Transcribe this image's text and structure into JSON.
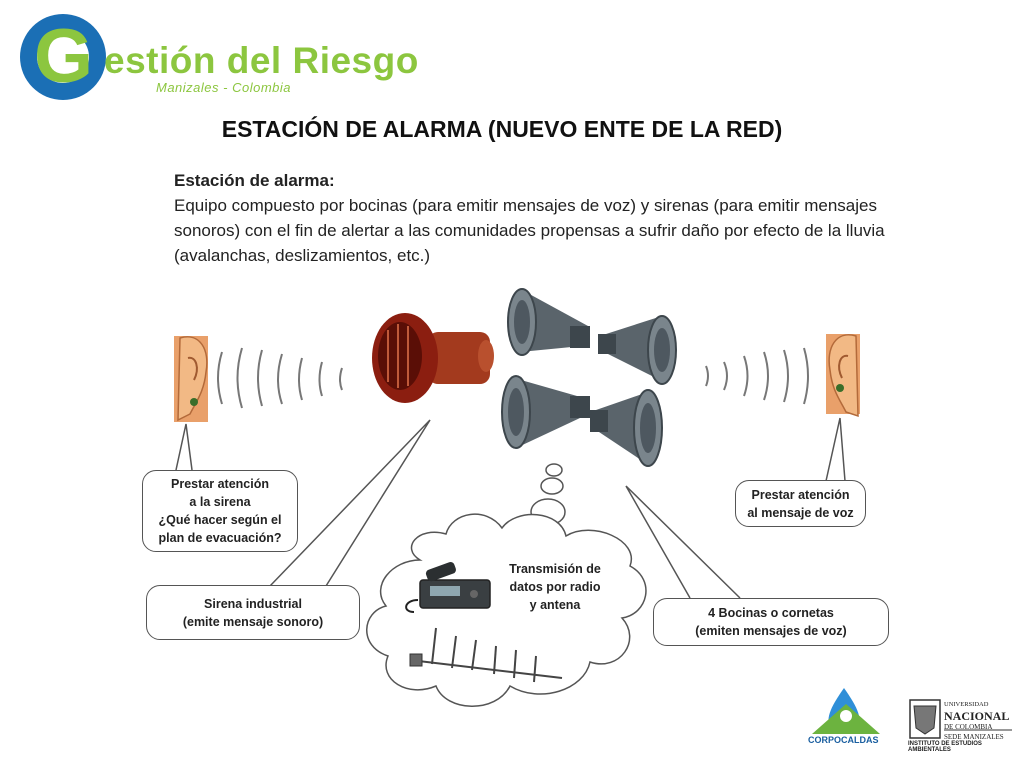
{
  "header": {
    "logo_letter": "G",
    "logo_title": "estión del Riesgo",
    "logo_subtitle": "Manizales - Colombia"
  },
  "slide": {
    "title": "ESTACIÓN DE ALARMA (NUEVO ENTE DE LA RED)"
  },
  "definition": {
    "heading": "Estación de alarma:",
    "body": "Equipo compuesto por bocinas (para emitir mensajes de voz) y sirenas (para emitir mensajes sonoros) con el fin de alertar a las comunidades propensas a sufrir daño por efecto de la lluvia (avalanchas, deslizamientos, etc.)"
  },
  "callouts": {
    "siren_attention": [
      "Prestar atención",
      "a la sirena",
      "¿Qué hacer según el",
      "plan de evacuación?"
    ],
    "voice_attention": [
      "Prestar atención",
      "al mensaje de voz"
    ],
    "industrial_siren": [
      "Sirena industrial",
      "(emite mensaje sonoro)"
    ],
    "horns": [
      "4 Bocinas o cornetas",
      "(emiten mensajes de voz)"
    ],
    "radio_transmission": [
      "Transmisión de",
      "datos por radio",
      "y antena"
    ]
  },
  "logos": {
    "corpocaldas": "CORPOCALDAS",
    "unal": [
      "UNIVERSIDAD",
      "NACIONAL",
      "DE COLOMBIA",
      "SEDE MANIZALES"
    ],
    "unal_institute": "INSTITUTO DE ESTUDIOS AMBIENTALES"
  },
  "icons": {
    "ear_left": "ear-icon",
    "ear_right": "ear-icon",
    "siren": "siren-icon",
    "horns": "horn-icon",
    "radio": "radio-icon",
    "antenna": "antenna-icon"
  },
  "colors": {
    "brand_green": "#8cc63f",
    "brand_blue": "#1b6fb5",
    "siren_red": "#8b1e10",
    "horn_gray": "#4e5860"
  }
}
